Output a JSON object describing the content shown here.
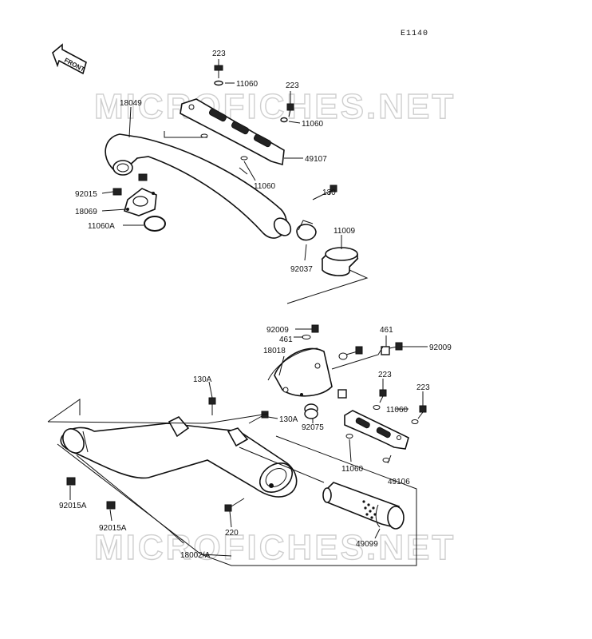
{
  "diagram": {
    "code": "E1140",
    "front_label": "FRONT",
    "watermark_top": "MICROFICHES.NET",
    "watermark_bottom": "MICROFICHES.NET"
  },
  "labels": {
    "p223_a": "223",
    "p11060_a": "11060",
    "p223_b": "223",
    "p11060_b": "11060",
    "p18049": "18049",
    "p49107": "49107",
    "p11060_c": "11060",
    "p92015": "92015",
    "p18069": "18069",
    "p11060A": "11060A",
    "p130": "130",
    "p11009": "11009",
    "p92037": "92037",
    "p92009_a": "92009",
    "p461_a": "461",
    "p461_b": "461",
    "p92009_b": "92009",
    "p18018": "18018",
    "p130A_a": "130A",
    "p130A_b": "130A",
    "p223_c": "223",
    "p223_d": "223",
    "p11060_d": "11060",
    "p92075": "92075",
    "p11060_e": "11060",
    "p49106": "49106",
    "p92015A_a": "92015A",
    "p92015A_b": "92015A",
    "p220": "220",
    "p49099": "49099",
    "p18002A": "18002/A"
  }
}
